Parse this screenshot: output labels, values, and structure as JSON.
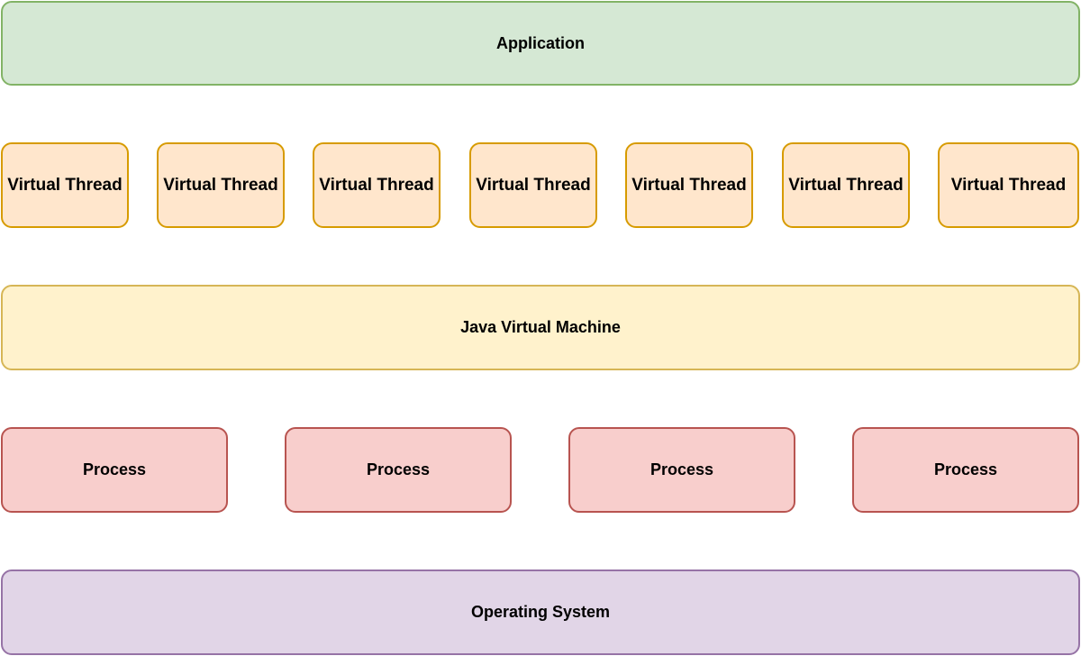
{
  "colors": {
    "application": {
      "fill": "#d5e8d4",
      "stroke": "#82b366"
    },
    "virtual_thread": {
      "fill": "#ffe6cc",
      "stroke": "#d79b00"
    },
    "jvm": {
      "fill": "#fff2cc",
      "stroke": "#d6b656"
    },
    "process": {
      "fill": "#f8cecc",
      "stroke": "#b85450"
    },
    "operating_system": {
      "fill": "#e1d5e7",
      "stroke": "#9673a6"
    }
  },
  "application": {
    "label": "Application"
  },
  "virtual_threads": [
    {
      "label": "Virtual Thread"
    },
    {
      "label": "Virtual Thread"
    },
    {
      "label": "Virtual Thread"
    },
    {
      "label": "Virtual Thread"
    },
    {
      "label": "Virtual Thread"
    },
    {
      "label": "Virtual Thread"
    },
    {
      "label": "Virtual Thread"
    }
  ],
  "jvm": {
    "label": "Java Virtual Machine"
  },
  "processes": [
    {
      "label": "Process"
    },
    {
      "label": "Process"
    },
    {
      "label": "Process"
    },
    {
      "label": "Process"
    }
  ],
  "operating_system": {
    "label": "Operating System"
  }
}
